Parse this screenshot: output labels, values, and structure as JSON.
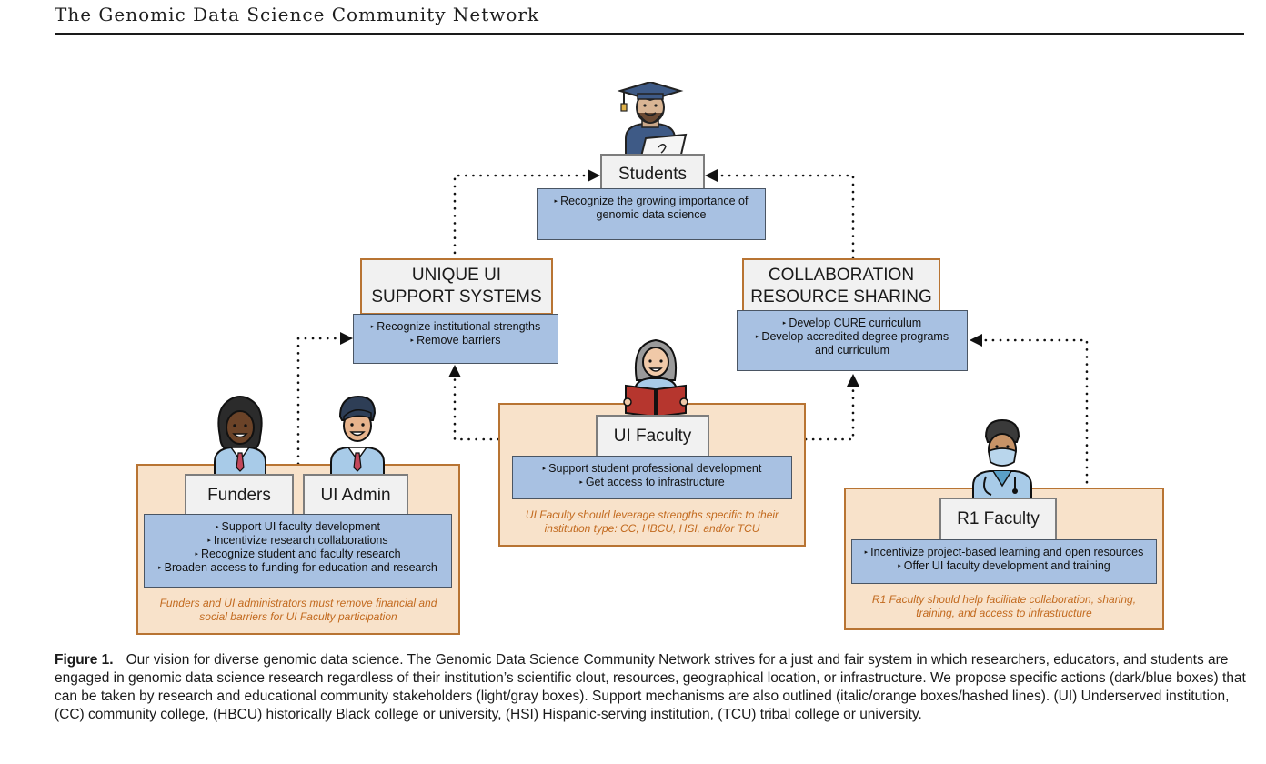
{
  "header": {
    "title": "The Genomic Data Science Community Network"
  },
  "nodes": {
    "students": {
      "label": "Students",
      "actions": [
        "Recognize the growing importance of",
        "genomic data science"
      ]
    },
    "unique_ui": {
      "label_line1": "UNIQUE UI",
      "label_line2": "SUPPORT SYSTEMS",
      "actions": [
        "Recognize institutional strengths",
        "Remove barriers"
      ]
    },
    "collaboration": {
      "label_line1": "COLLABORATION",
      "label_line2": "RESOURCE SHARING",
      "actions": [
        "Develop CURE curriculum",
        "Develop accredited degree programs",
        "and curriculum"
      ]
    },
    "funders": {
      "label": "Funders",
      "admin_label": "UI Admin",
      "actions": [
        "Support UI faculty development",
        "Incentivize research collaborations",
        "Recognize student and faculty research",
        "Broaden access to funding for education and research"
      ],
      "note_line1": "Funders and UI administrators must remove financial and",
      "note_line2": "social barriers for UI Faculty participation"
    },
    "ui_faculty": {
      "label": "UI Faculty",
      "actions": [
        "Support student professional development",
        "Get access to infrastructure"
      ],
      "note_line1": "UI Faculty should leverage strengths specific to their",
      "note_line2": "institution type: CC, HBCU, HSI, and/or TCU"
    },
    "r1_faculty": {
      "label": "R1 Faculty",
      "actions": [
        "Incentivize project-based learning and open resources",
        "Offer UI faculty development and training"
      ],
      "note_line1": "R1 Faculty should help facilitate collaboration, sharing,",
      "note_line2": "training, and access to infrastructure"
    }
  },
  "icons": [
    "graduate-student-icon",
    "funder-person-icon",
    "ui-admin-person-icon",
    "ui-faculty-reader-icon",
    "r1-faculty-doctor-icon"
  ],
  "colors": {
    "action_box": "#a8c1e2",
    "stakeholder_panel": "#f8e2ca",
    "panel_border": "#b87433",
    "note_text": "#c26a1f",
    "label_box": "#f1f1f1"
  },
  "caption": {
    "label": "Figure 1.",
    "text": "Our vision for diverse genomic data science. The Genomic Data Science Community Network strives for a just and fair system in which researchers, educators, and students are engaged in genomic data science research regardless of their institution’s scientific clout, resources, geographical location, or infrastructure. We propose specific actions (dark/blue boxes) that can be taken by research and educational community stakeholders (light/gray boxes). Support mechanisms are also outlined (italic/orange boxes/hashed lines). (UI) Underserved institution, (CC) community college, (HBCU) historically Black college or university, (HSI) Hispanic-serving institution, (TCU) tribal college or university."
  }
}
